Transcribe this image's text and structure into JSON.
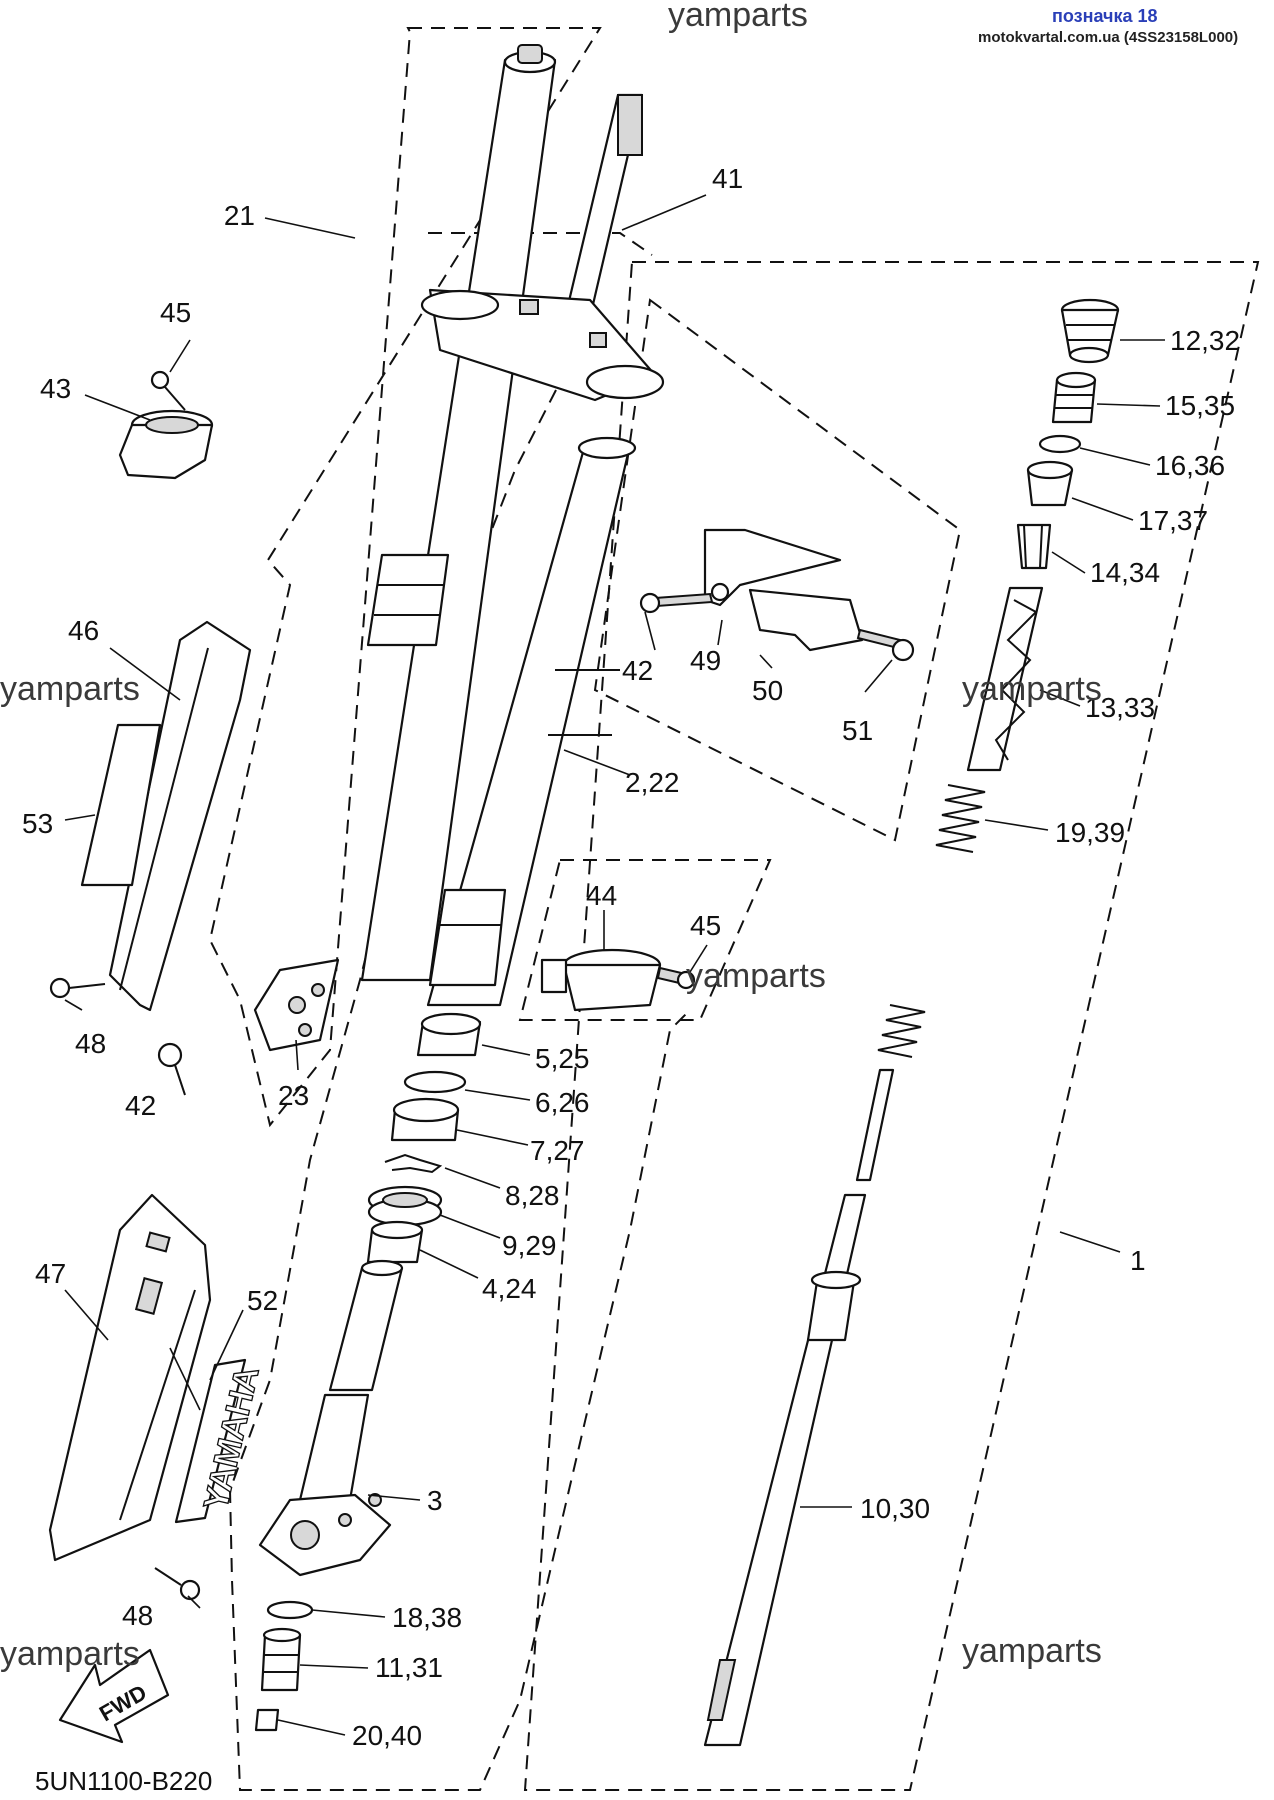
{
  "header": {
    "link_text": "позначка 18",
    "source_text": "motokvartal.com.ua (4SS23158L000)"
  },
  "watermark": "yamparts",
  "diagram_code": "5UN1100-B220",
  "fwd_label": "FWD",
  "decal_logo": "YAMAHA",
  "callouts": {
    "c1": "1",
    "c2_22": "2,22",
    "c3": "3",
    "c4_24": "4,24",
    "c5_25": "5,25",
    "c6_26": "6,26",
    "c7_27": "7,27",
    "c8_28": "8,28",
    "c9_29": "9,29",
    "c10_30": "10,30",
    "c11_31": "11,31",
    "c12_32": "12,32",
    "c13_33": "13,33",
    "c14_34": "14,34",
    "c15_35": "15,35",
    "c16_36": "16,36",
    "c17_37": "17,37",
    "c18_38": "18,38",
    "c19_39": "19,39",
    "c20_40": "20,40",
    "c21": "21",
    "c23": "23",
    "c41": "41",
    "c42a": "42",
    "c42b": "42",
    "c43": "43",
    "c44": "44",
    "c45a": "45",
    "c45b": "45",
    "c46": "46",
    "c47": "47",
    "c48a": "48",
    "c48b": "48",
    "c49": "49",
    "c50": "50",
    "c51": "51",
    "c52": "52",
    "c53": "53"
  }
}
